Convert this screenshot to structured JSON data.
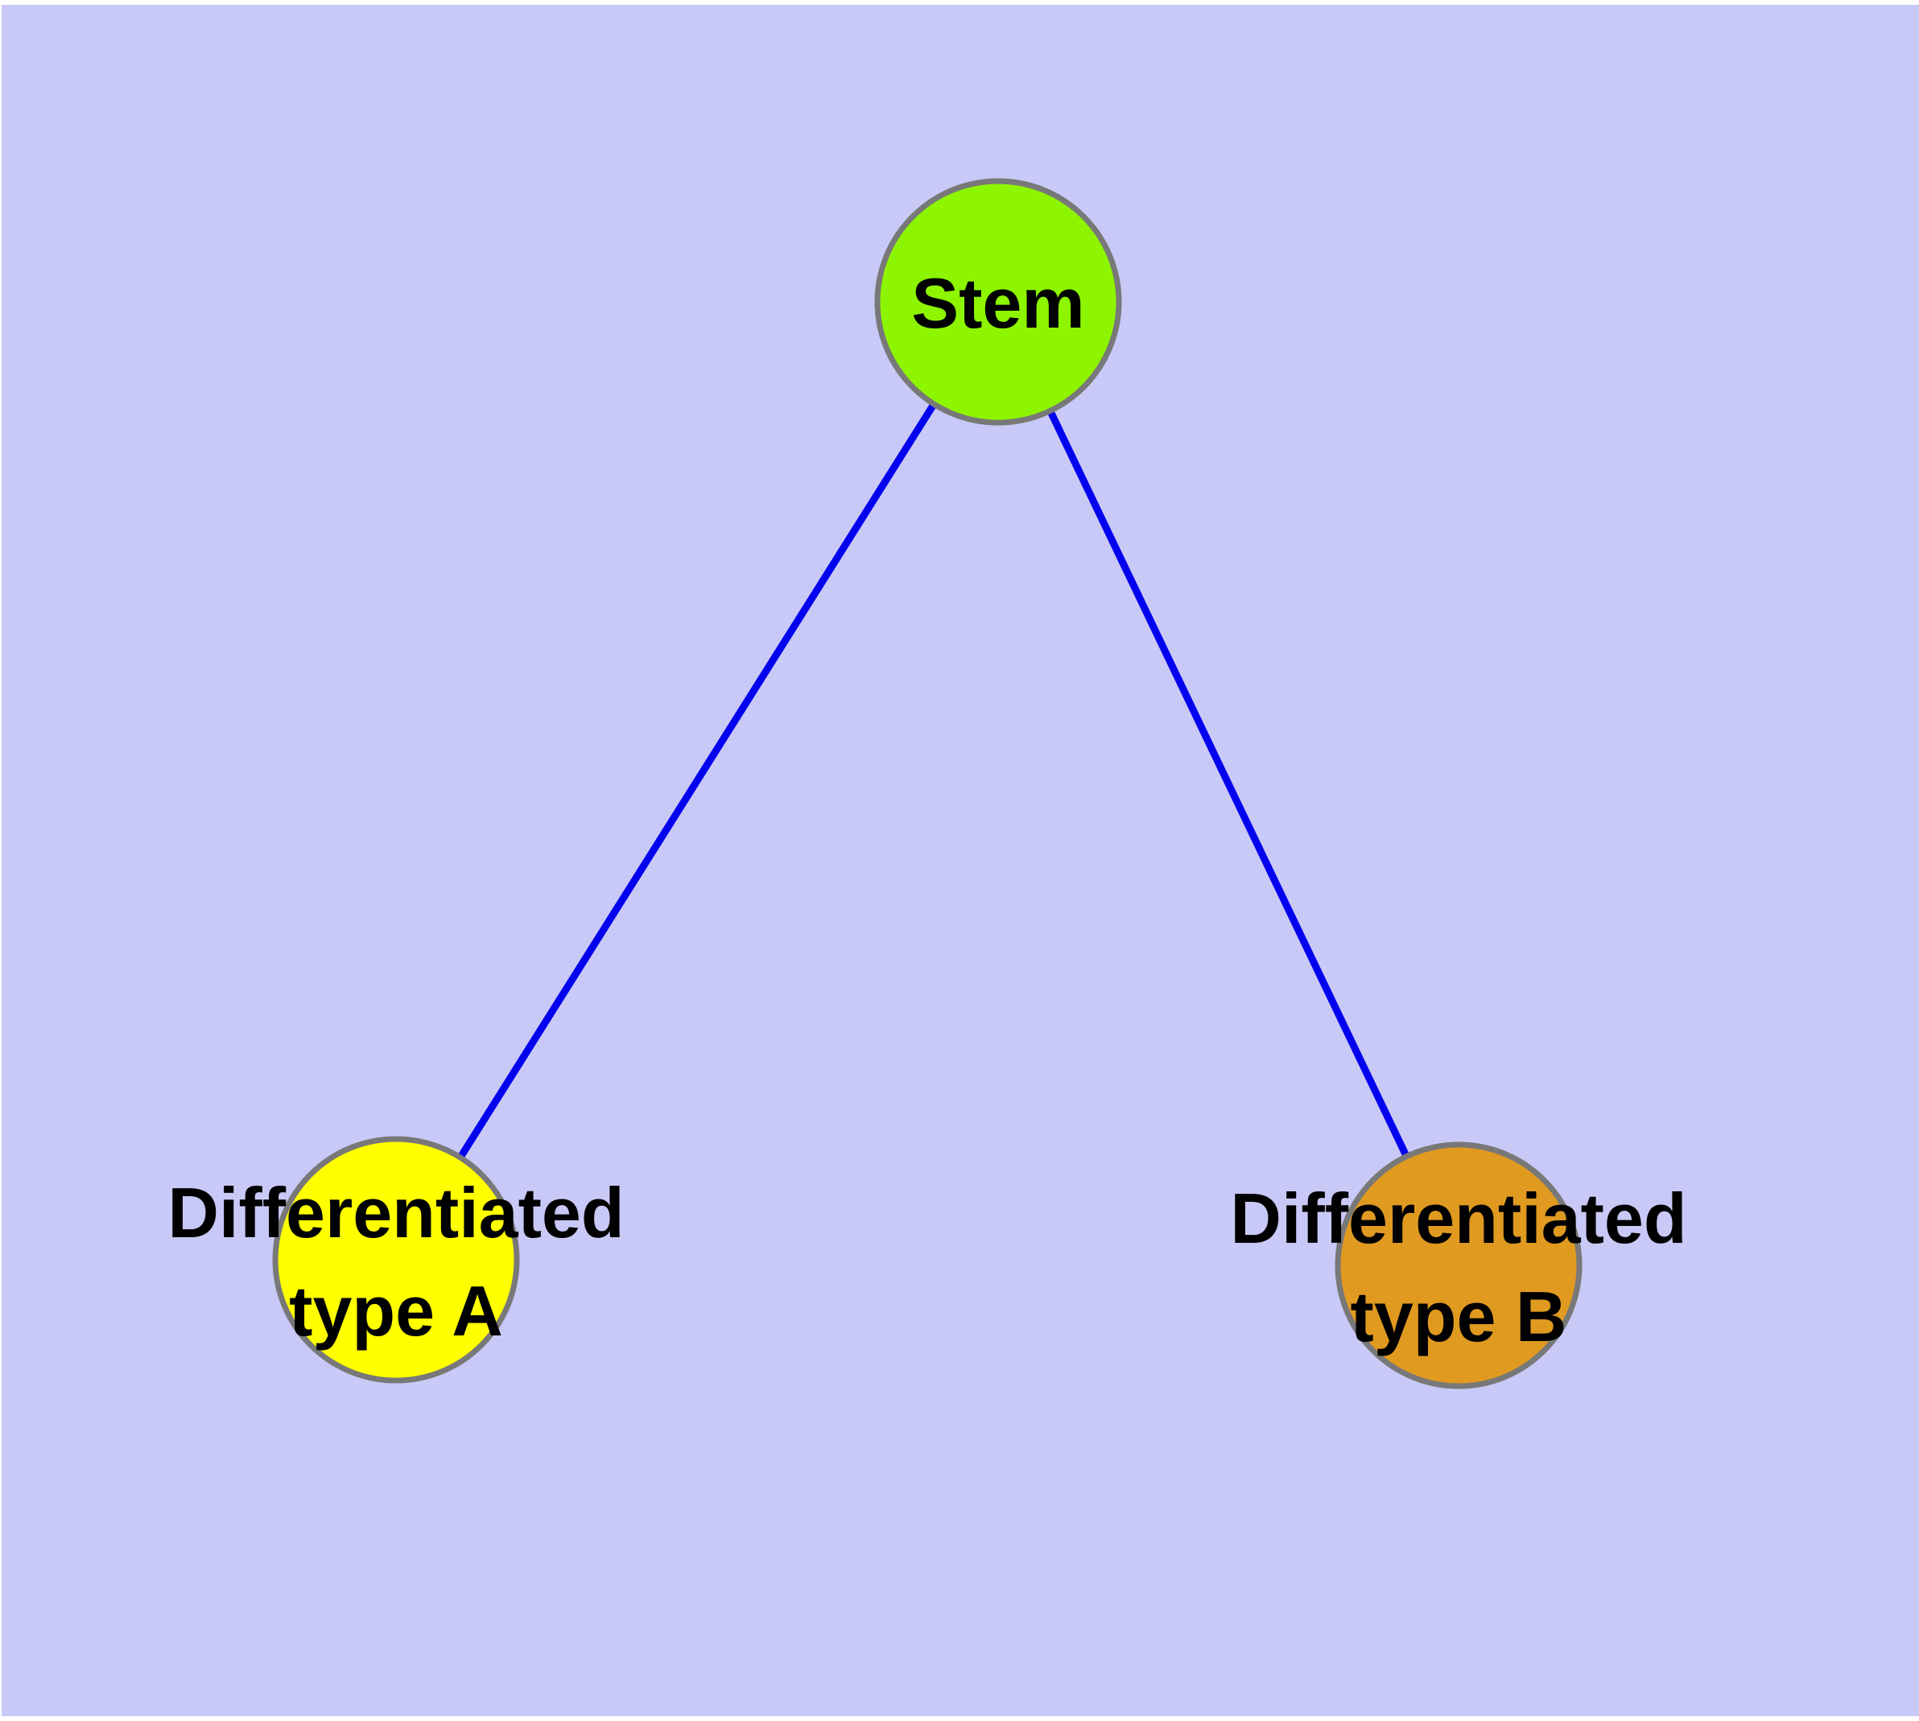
{
  "figure": {
    "kind": "node-link-diagram",
    "title": "Stem cell differentiation graph",
    "page_margin_color": "#ffffff",
    "background_color": "#c9c9f7"
  },
  "graph": {
    "edge_color": "#0202ee",
    "node_border_color": "#787878",
    "label_color": "#000000",
    "nodes": {
      "stem": {
        "label": "Stem",
        "label_lines": [
          "Stem"
        ],
        "fill": "#8df500"
      },
      "typeA": {
        "label": "Differentiated type A",
        "label_lines": [
          "Differentiated",
          "type A"
        ],
        "fill": "#ffff00"
      },
      "typeB": {
        "label": "Differentiated type B",
        "label_lines": [
          "Differentiated",
          "type B"
        ],
        "fill": "#e09a20"
      }
    },
    "edges": [
      {
        "from": "Stem",
        "to": "Differentiated type A"
      },
      {
        "from": "Stem",
        "to": "Differentiated type B"
      }
    ]
  }
}
